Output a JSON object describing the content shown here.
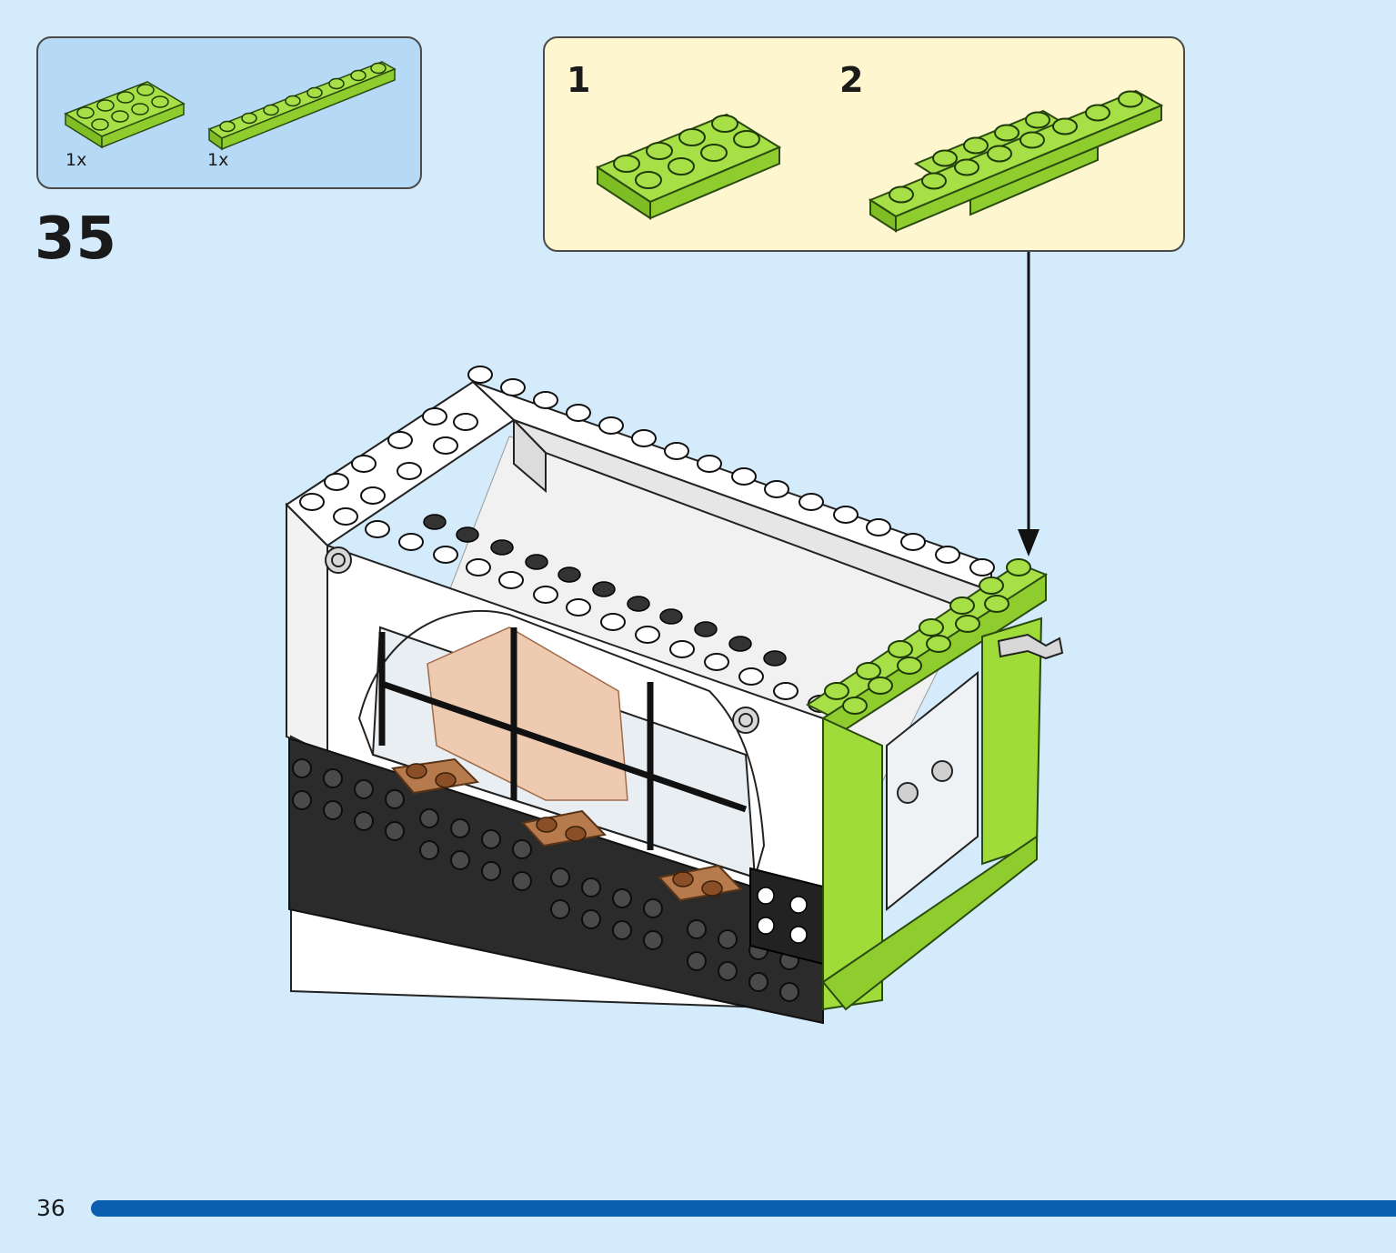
{
  "parts_list": {
    "items": [
      {
        "qty": "1x",
        "part": "plate-2x4-lime"
      },
      {
        "qty": "1x",
        "part": "plate-1x8-lime"
      }
    ]
  },
  "step": {
    "number": "35"
  },
  "sub_steps": [
    {
      "number": "1"
    },
    {
      "number": "2"
    }
  ],
  "page": {
    "number": "36"
  },
  "colors": {
    "background": "#d4ebfb",
    "parts_panel": "#b6d9f6",
    "sub_panel": "#fef6cf",
    "lime": "#9fdc3a",
    "progress": "#0a5fae"
  }
}
